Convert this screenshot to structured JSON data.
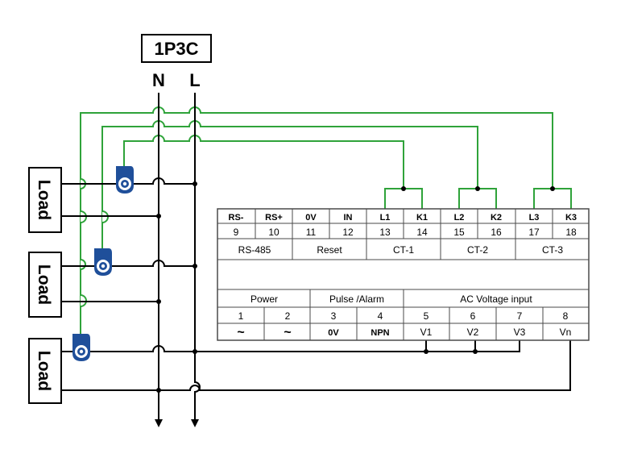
{
  "title": "1P3C",
  "lines": {
    "neutral": "N",
    "live": "L"
  },
  "loads": [
    "Load",
    "Load",
    "Load"
  ],
  "terminals_top": [
    {
      "name": "RS-",
      "num": "9"
    },
    {
      "name": "RS+",
      "num": "10"
    },
    {
      "name": "0V",
      "num": "11"
    },
    {
      "name": "IN",
      "num": "12"
    },
    {
      "name": "L1",
      "num": "13"
    },
    {
      "name": "K1",
      "num": "14"
    },
    {
      "name": "L2",
      "num": "15"
    },
    {
      "name": "K2",
      "num": "16"
    },
    {
      "name": "L3",
      "num": "17"
    },
    {
      "name": "K3",
      "num": "18"
    }
  ],
  "groups_top": [
    "RS-485",
    "Reset",
    "CT-1",
    "CT-2",
    "CT-3"
  ],
  "groups_bottom": [
    "Power",
    "Pulse /Alarm",
    "AC Voltage input"
  ],
  "terminals_bottom": [
    {
      "num": "1",
      "name": "~"
    },
    {
      "num": "2",
      "name": "~"
    },
    {
      "num": "3",
      "name": "0V"
    },
    {
      "num": "4",
      "name": "NPN"
    },
    {
      "num": "5",
      "name": "V1"
    },
    {
      "num": "6",
      "name": "V2"
    },
    {
      "num": "7",
      "name": "V3"
    },
    {
      "num": "8",
      "name": "Vn"
    }
  ],
  "colors": {
    "ct_wire": "#2fa33a",
    "wire": "#000000",
    "ct_sensor": "#1f4f9a",
    "grid": "#4a4a4a"
  }
}
